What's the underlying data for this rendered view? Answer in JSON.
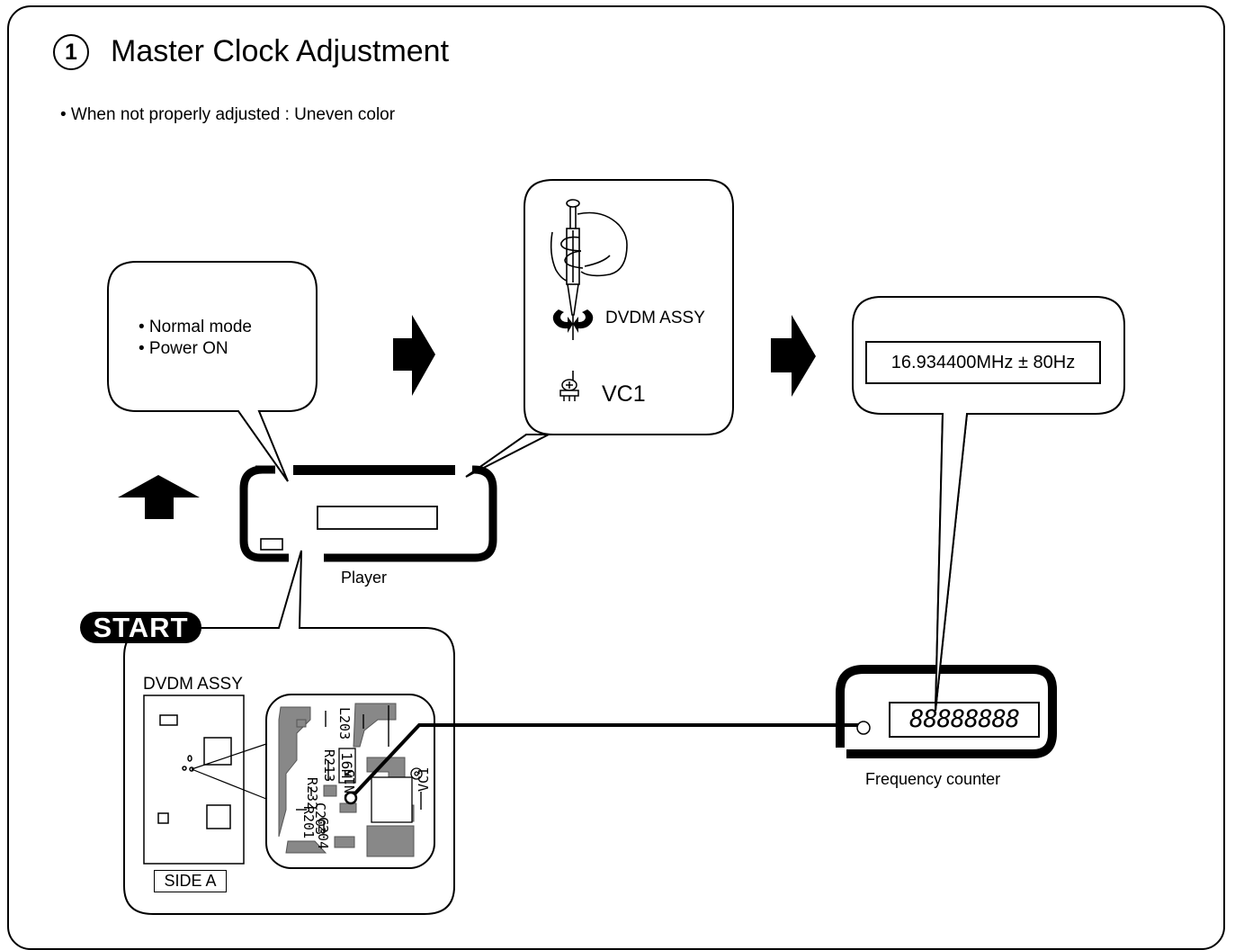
{
  "header": {
    "step_number": "1",
    "title": "Master Clock Adjustment",
    "note": "• When not properly adjusted : Uneven color"
  },
  "condition_bubble": {
    "line1": "• Normal mode",
    "line2": "• Power ON"
  },
  "adjust_bubble": {
    "assembly_label": "DVDM ASSY",
    "component_label": "VC1"
  },
  "result_bubble": {
    "frequency": "16.934400MHz ± 80Hz"
  },
  "player": {
    "label": "Player"
  },
  "start_badge": {
    "label": "START"
  },
  "board_detail": {
    "assembly_label": "DVDM ASSY",
    "side_label": "SIDE A",
    "silkscreen": [
      "L203",
      "16M",
      "R213",
      "R232",
      "C203",
      "R201",
      "C204",
      "CN15",
      "VC1"
    ]
  },
  "counter": {
    "display": "88888888",
    "label": "Frequency counter"
  },
  "icons": [
    "circle-number-icon",
    "right-arrow-icon",
    "up-arrow-icon",
    "screwdriver-hand-icon",
    "rotate-icon",
    "trimmer-capacitor-icon",
    "player-icon",
    "frequency-counter-icon",
    "pcb-board-icon"
  ]
}
